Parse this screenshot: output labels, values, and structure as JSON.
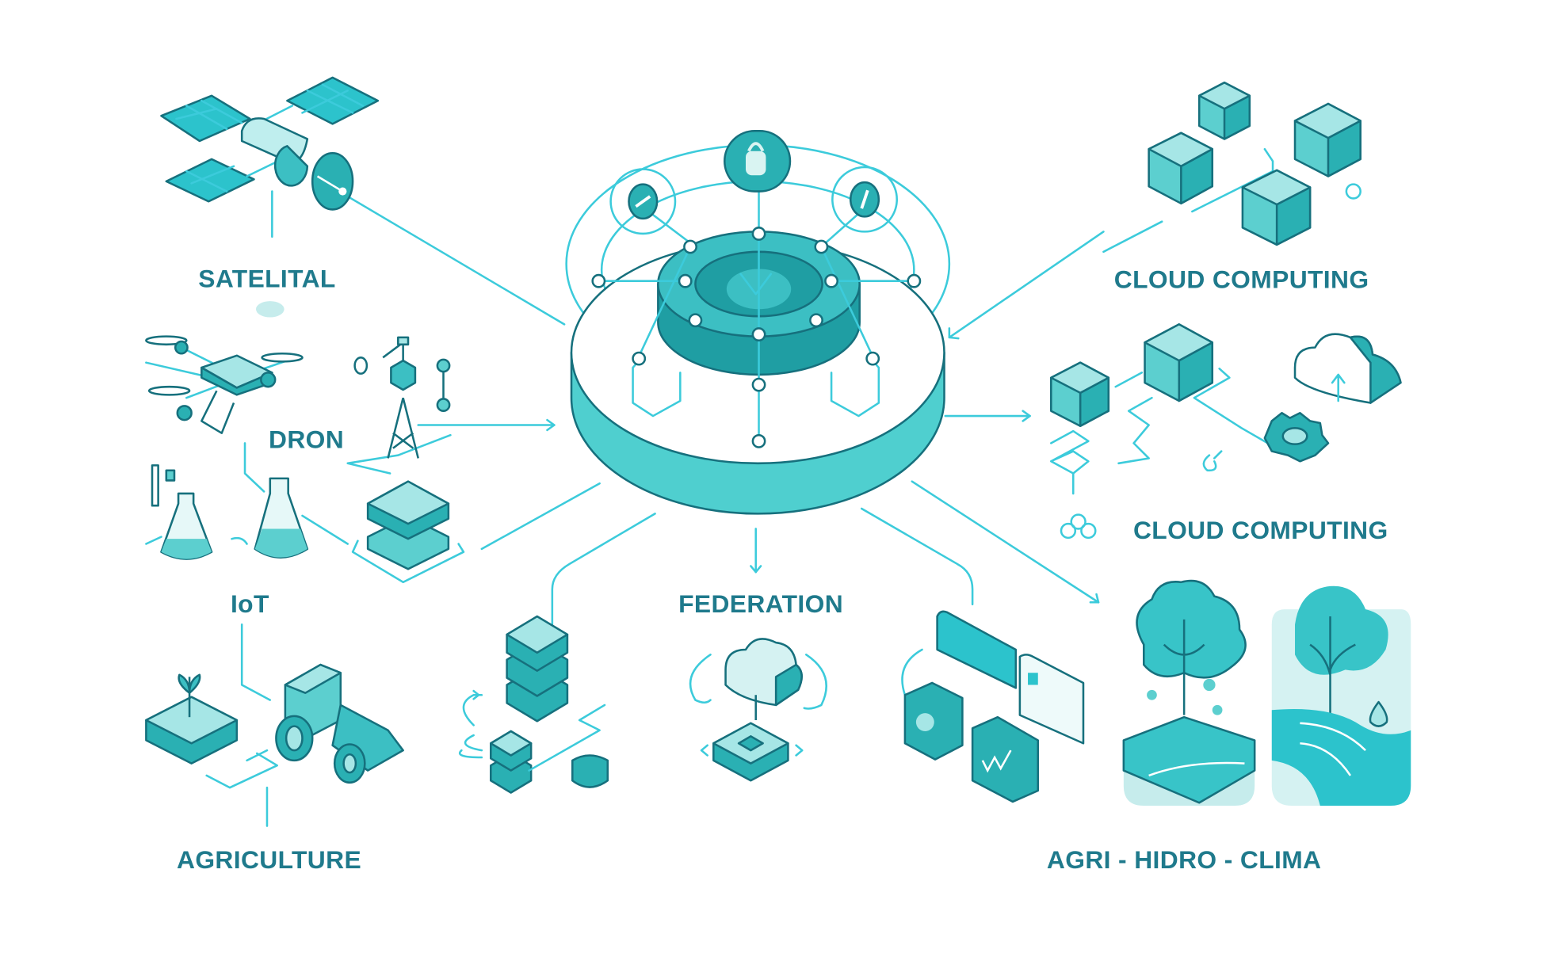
{
  "diagram": {
    "center": {
      "name": "central-federated-hub",
      "icon": "lock-icon"
    },
    "labels": {
      "satelital": "SATELITAL",
      "dron": "DRON",
      "iot": "IoT",
      "agriculture": "AGRICULTURE",
      "federation": "FEDERATION",
      "cloud_top": "CLOUD COMPUTING",
      "cloud_mid": "CLOUD COMPUTING",
      "agri_hidro_clima": "AGRI - HIDRO - CLIMA"
    },
    "colors": {
      "label": "#1f7a8c",
      "connector": "#3ccbdb",
      "outline": "#16707d",
      "fill_light": "#a6e6e6",
      "fill_mid": "#5ccfcf",
      "fill_dark": "#2ab0b3"
    },
    "icons": [
      "satellite-icon",
      "drone-icon",
      "weather-station-icon",
      "flask-icon",
      "database-stack-icon",
      "plant-plot-icon",
      "tractor-icon",
      "cloud-icon",
      "server-chip-icon",
      "dashboard-panels-icon",
      "tree-soil-icon",
      "tree-water-icon",
      "cube-icon",
      "cloud-upload-icon",
      "gear-icon"
    ]
  }
}
